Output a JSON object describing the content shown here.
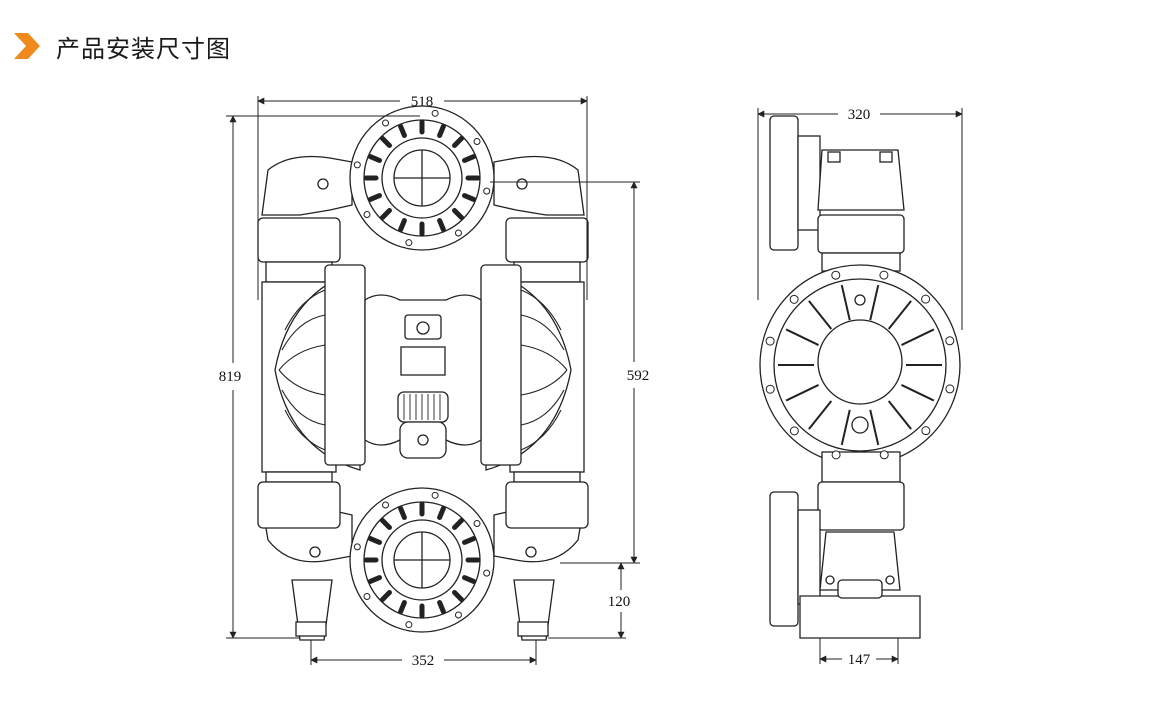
{
  "header": {
    "title": "产品安装尺寸图",
    "icon": "orange-chevron-icon",
    "accent_color": "#f08a1c"
  },
  "dimensions": {
    "front_width": "518",
    "front_height": "819",
    "front_port_height": "592",
    "front_base_height": "120",
    "front_foot_span": "352",
    "side_width": "320",
    "side_foot_width": "147"
  }
}
